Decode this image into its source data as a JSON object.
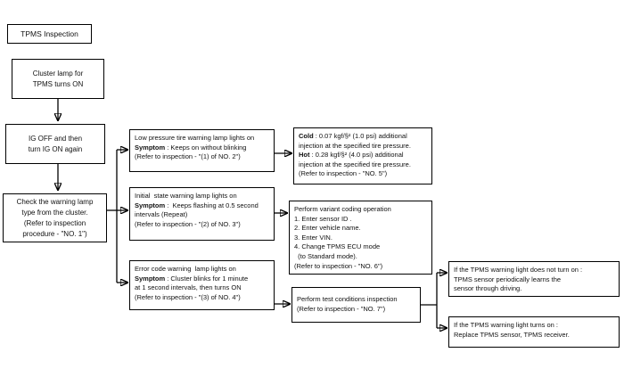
{
  "diagram": {
    "type": "flowchart",
    "title": "TPMS Inspection",
    "colors": {
      "line": "#000000",
      "text": "#111111",
      "box_border": "#000000",
      "background": "#ffffff"
    },
    "nodes": [
      {
        "id": "title",
        "lines": [
          {
            "t": "TPMS Inspection"
          }
        ]
      },
      {
        "id": "cluster-lamp",
        "lines": [
          {
            "t": "Cluster lamp for"
          },
          {
            "t": "TPMS turns ON"
          }
        ]
      },
      {
        "id": "ig-off",
        "lines": [
          {
            "t": "IG OFF and then"
          },
          {
            "t": "turn IG ON again"
          }
        ]
      },
      {
        "id": "check-lamp",
        "lines": [
          {
            "t": "Check the warning lamp"
          },
          {
            "t": "type from the cluster."
          },
          {
            "t": "(Refer to inspection"
          },
          {
            "t": "procedure - \"NO. 1\")"
          }
        ]
      },
      {
        "id": "low-pressure",
        "lines": [
          {
            "t": "Low pressure tire warning lamp lights on"
          },
          {
            "b": "Symptom",
            "t": " : Keeps on without blinking"
          },
          {
            "t": "(Refer to inspection - \"(1) of NO. 2\")"
          }
        ]
      },
      {
        "id": "initial-state",
        "lines": [
          {
            "t": "Initial  state warning lamp lights on"
          },
          {
            "b": "Symptom",
            "t": " :  Keeps flashing at 0.5 second"
          },
          {
            "t": "intervals (Repeat)"
          },
          {
            "t": "(Refer to inspection - \"(2) of NO. 3\")"
          }
        ]
      },
      {
        "id": "error-code",
        "lines": [
          {
            "t": "Error code warning  lamp lights on"
          },
          {
            "b": "Symptom",
            "t": " : Cluster blinks for 1 minute"
          },
          {
            "t": "at 1 second intervals, then turns ON"
          },
          {
            "t": "(Refer to inspection - \"(3) of NO. 4\")"
          }
        ]
      },
      {
        "id": "cold-hot",
        "lines": [
          {
            "b": "Cold",
            "t": " : 0.07 kgf/§² (1.0 psi) additional"
          },
          {
            "t": "injection at the specified tire pressure."
          },
          {
            "b": "Hot",
            "t": " : 0.28 kgf/§² (4.0 psi) additional"
          },
          {
            "t": "injection at the specified tire pressure."
          },
          {
            "t": "(Refer to inspection - \"NO. 5\")"
          }
        ]
      },
      {
        "id": "variant-coding",
        "lines": [
          {
            "t": "Perform variant coding operation"
          },
          {
            "t": "1. Enter sensor ID ."
          },
          {
            "t": "2. Enter vehicle name."
          },
          {
            "t": "3. Enter VIN."
          },
          {
            "t": "4. Change TPMS ECU mode"
          },
          {
            "t": "  (to Standard mode)."
          },
          {
            "t": "(Refer to inspection - \"NO. 6\")"
          }
        ]
      },
      {
        "id": "test-conditions",
        "lines": [
          {
            "t": "Perform test conditions inspection"
          },
          {
            "t": "(Refer to inspection - \"NO. 7\")"
          }
        ]
      },
      {
        "id": "light-not-on",
        "lines": [
          {
            "t": "If the TPMS warning light does not turn on :"
          },
          {
            "t": "TPMS sensor periodically learns the"
          },
          {
            "t": "sensor through driving."
          }
        ]
      },
      {
        "id": "light-on",
        "lines": [
          {
            "t": "If the TPMS warning light turns on :"
          },
          {
            "t": "Replace TPMS sensor, TPMS receiver."
          }
        ]
      }
    ]
  }
}
